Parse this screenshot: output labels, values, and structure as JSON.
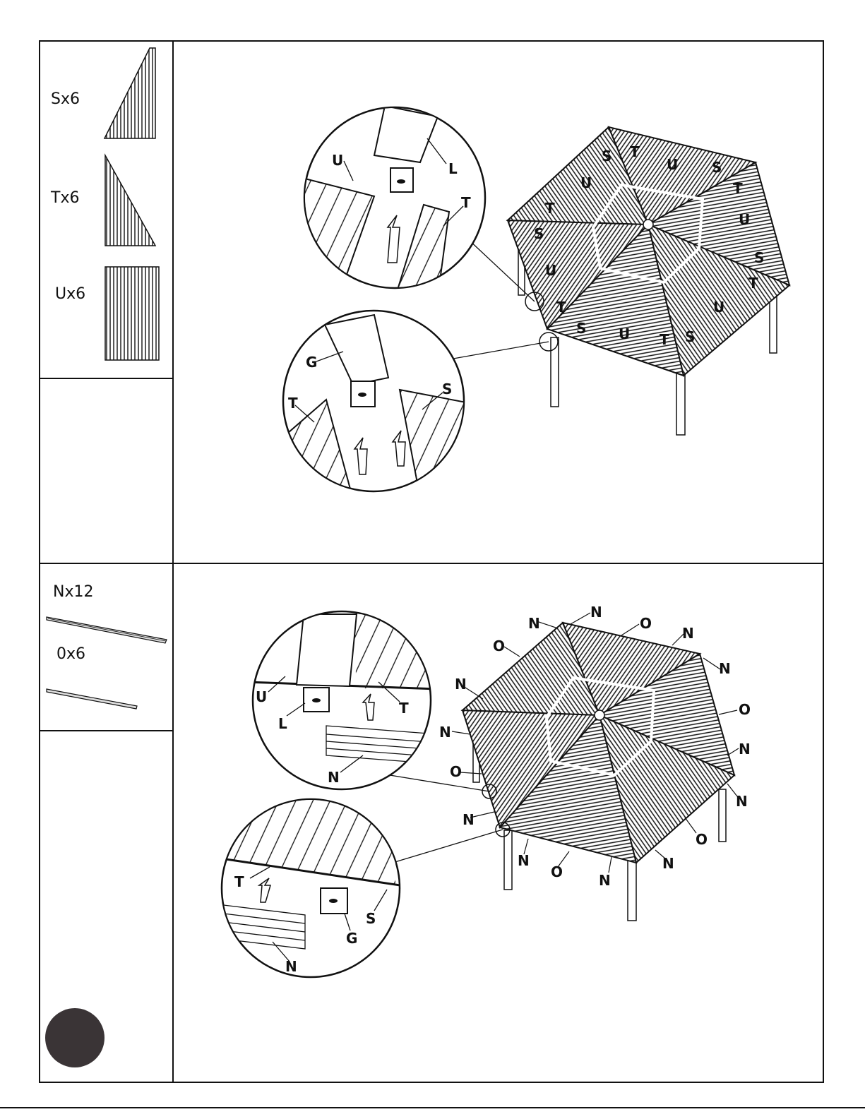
{
  "parts": {
    "s": "Sx6",
    "t": "Tx6",
    "u": "Ux6",
    "n": "Nx12",
    "o": "0x6"
  },
  "step1": {
    "roof_labels": [
      "S",
      "T",
      "U",
      "S",
      "T",
      "U",
      "S",
      "T",
      "U",
      "S",
      "T",
      "U",
      "S",
      "T",
      "U",
      "S",
      "T",
      "U"
    ],
    "detail_top": [
      "U",
      "L",
      "T"
    ],
    "detail_bottom": [
      "G",
      "T",
      "S"
    ]
  },
  "step2": {
    "roof_labels": [
      "N",
      "N",
      "O",
      "N",
      "N",
      "O",
      "N",
      "N",
      "O",
      "N",
      "N",
      "O",
      "N",
      "N",
      "O",
      "N",
      "N",
      "O"
    ],
    "detail_top": [
      "U",
      "L",
      "T",
      "N"
    ],
    "detail_bottom": [
      "T",
      "G",
      "S",
      "N"
    ]
  },
  "colors": {
    "ink": "#111111",
    "step_badge": "#3a3436"
  }
}
